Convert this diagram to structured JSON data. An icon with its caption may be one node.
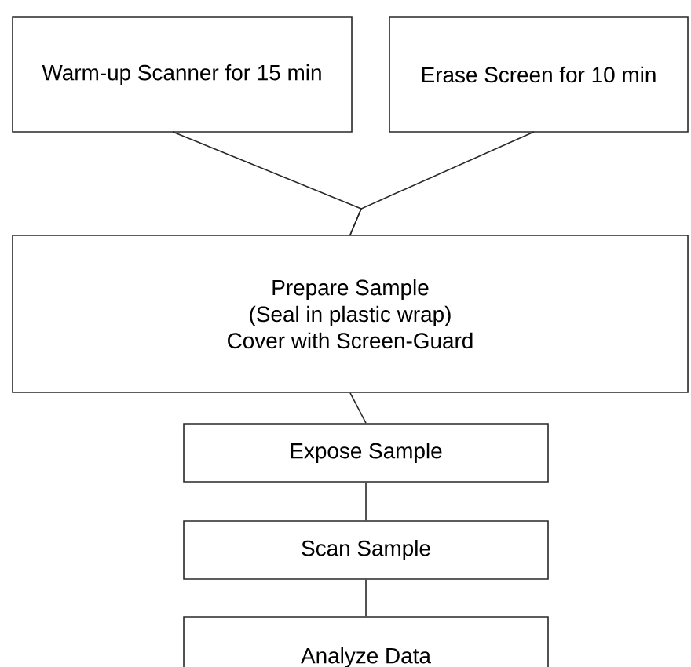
{
  "diagram": {
    "nodes": [
      {
        "text": [
          "Warm-up Scanner for 15 min"
        ]
      },
      {
        "text": [
          "Erase Screen for 10 min"
        ]
      },
      {
        "text": [
          "Prepare Sample",
          "(Seal in plastic wrap)",
          "Cover with Screen-Guard"
        ]
      },
      {
        "text": [
          "Expose Sample"
        ]
      },
      {
        "text": [
          "Scan Sample"
        ]
      },
      {
        "text": [
          "Analyze Data"
        ]
      }
    ],
    "edges": [
      {
        "from": 0,
        "to": 2,
        "arrow": "none"
      },
      {
        "from": 1,
        "to": 2,
        "arrow": "none"
      },
      {
        "from": 2,
        "to": 3,
        "arrow": "none"
      },
      {
        "from": 3,
        "to": 4,
        "arrow": "none"
      },
      {
        "from": 4,
        "to": 5,
        "arrow": "none"
      }
    ]
  }
}
